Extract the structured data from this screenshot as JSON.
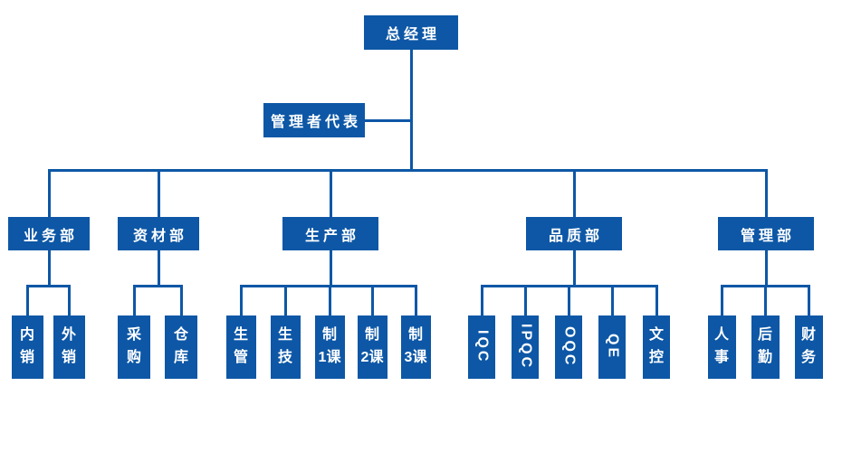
{
  "org_chart": {
    "root": {
      "label": "总经理"
    },
    "staff": {
      "label": "管理者代表"
    },
    "departments": [
      {
        "label": "业务部",
        "children": [
          {
            "label": "内\n销"
          },
          {
            "label": "外\n销"
          }
        ]
      },
      {
        "label": "资材部",
        "children": [
          {
            "label": "采\n购"
          },
          {
            "label": "仓\n库"
          }
        ]
      },
      {
        "label": "生产部",
        "children": [
          {
            "label": "生\n管"
          },
          {
            "label": "生\n技"
          },
          {
            "label": "制\n1课"
          },
          {
            "label": "制\n2课"
          },
          {
            "label": "制\n3课"
          }
        ]
      },
      {
        "label": "品质部",
        "children": [
          {
            "label": "IQC"
          },
          {
            "label": "IPQC"
          },
          {
            "label": "OQC"
          },
          {
            "label": "QE"
          },
          {
            "label": "文\n控"
          }
        ]
      },
      {
        "label": "管理部",
        "children": [
          {
            "label": "人\n事"
          },
          {
            "label": "后\n勤"
          },
          {
            "label": "财\n务"
          }
        ]
      }
    ],
    "colors": {
      "node_fill": "#0d57a6",
      "node_text": "#ffffff",
      "connector": "#0d57a6",
      "background": "#ffffff"
    }
  }
}
